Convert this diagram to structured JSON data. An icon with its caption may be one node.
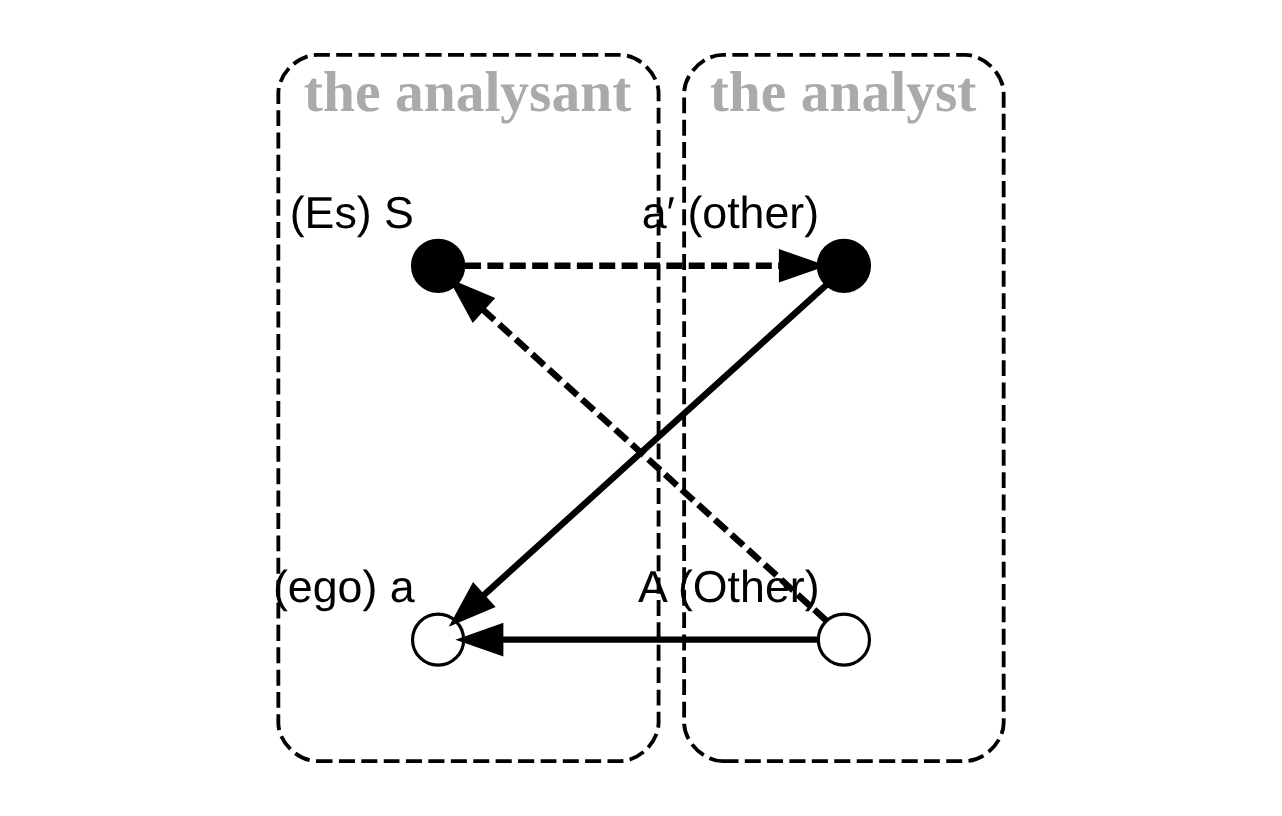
{
  "diagram": {
    "nodes": [
      {
        "text": [
          "the analysant"
        ]
      },
      {
        "text": [
          "the analyst"
        ]
      },
      {
        "text": [],
        "shape": "dot",
        "in": 0,
        "beside": [
          "(Es) S"
        ]
      },
      {
        "text": [],
        "shape": "dot",
        "in": 1,
        "beside": [
          "a′ (other)"
        ]
      },
      {
        "text": [],
        "shape": "circle",
        "in": 0,
        "beside": [
          "(ego) a"
        ]
      },
      {
        "text": [],
        "shape": "circle",
        "in": 1,
        "beside": [
          "A (Other)"
        ]
      }
    ],
    "edges": [
      {
        "from": 2,
        "to": 3,
        "arrow": "to",
        "style": "dashed"
      },
      {
        "from": 3,
        "to": 4,
        "arrow": "to"
      },
      {
        "from": 5,
        "to": 4,
        "arrow": "to"
      },
      {
        "from": 5,
        "to": 2,
        "arrow": "to",
        "style": "dashed"
      }
    ]
  }
}
